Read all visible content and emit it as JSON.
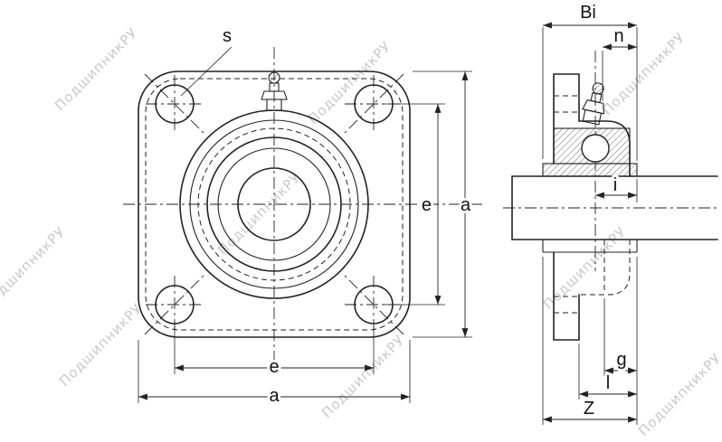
{
  "watermark": {
    "text": "ПодшипникРУ",
    "color": "#c9c9c9"
  },
  "front_view": {
    "dim_s": "s",
    "dim_e_right": "e",
    "dim_a_right": "a",
    "dim_e_bottom": "e",
    "dim_a_bottom": "a"
  },
  "side_view": {
    "dim_Bi": "Bi",
    "dim_n": "n",
    "dim_i": "i",
    "dim_g": "g",
    "dim_l": "l",
    "dim_Z": "Z"
  },
  "colors": {
    "line": "#222222",
    "background": "#ffffff"
  }
}
